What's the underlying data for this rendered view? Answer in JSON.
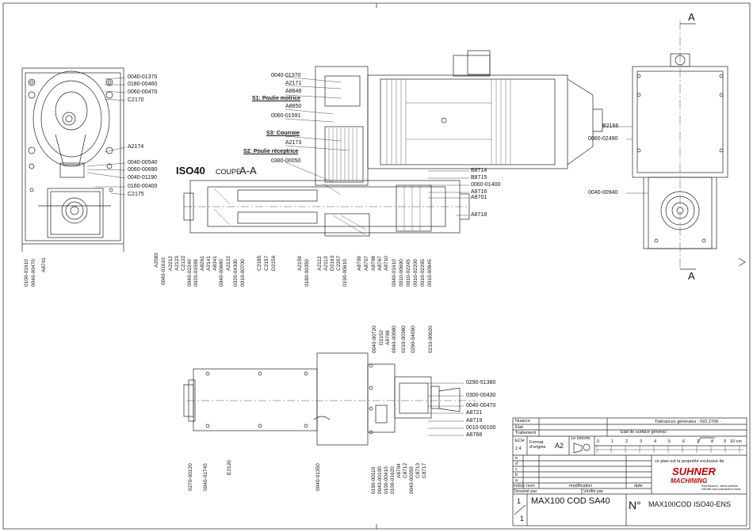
{
  "views": {
    "left_labels": [
      "0040-01370",
      "0180-00460",
      "0060-00470",
      "C2170",
      "A2174",
      "0040-00540",
      "0060-00690",
      "0040-01190",
      "0160-00400",
      "C2175"
    ],
    "left_bottom": [
      "0100-01610",
      "0040-00470",
      "A8741"
    ],
    "center_top_labels": [
      "0040-01370",
      "A2171",
      "A8848",
      "S1: Poulie motrice",
      "A8850",
      "0060-01591",
      "S3: Courroie",
      "A2173",
      "S2: Poulie réceptrice",
      "0380-00050"
    ],
    "center_right_labels": [
      "B8714",
      "B8715",
      "0060-01400",
      "A8716",
      "A8701",
      "A8718"
    ],
    "section_title": "ISO40",
    "section_word": "COUPE",
    "section_letters": "A-A",
    "center_bottom_labels": [
      "A2083",
      "0040-01610",
      "A2212",
      "A2123",
      "C2122",
      "0040-02240",
      "0020-01599",
      "A8261",
      "A2141",
      "A8341",
      "0040-00680",
      "A2122",
      "0320-04300",
      "0010-00700",
      "C2185",
      "C2157",
      "D2156",
      "A2159",
      "0180-00350",
      "A2112",
      "A2113",
      "D2163",
      "C2207",
      "0190-00610",
      "A8709",
      "A8707",
      "A8708",
      "A8767",
      "A8710",
      "0040-01610",
      "0010-00690",
      "0010-02245",
      "0010-02200",
      "0010-02265",
      "0010-00945"
    ],
    "right_labels": [
      "B2166",
      "0060-02490",
      "0040-00940"
    ],
    "section_marker": "A",
    "lower_top_labels": [
      "0040-00720",
      "D2152",
      "A8798",
      "0040-00080",
      "0210-00380",
      "0290-54090",
      "0210-00020"
    ],
    "lower_right_labels": [
      "0290-51380",
      "0300-00430",
      "0040-00470",
      "A8721",
      "A8719",
      "0010-00100",
      "A8768"
    ],
    "lower_bottom_labels": [
      "0270-00120",
      "0040-01745",
      "E2120",
      "0040-01350",
      "0190-00110",
      "0040-00100",
      "0100-00410",
      "0100-01620",
      "A8704",
      "C8712",
      "0040-00350",
      "C8713",
      "C8717"
    ]
  },
  "title_block": {
    "nuance": "Nuance",
    "etat": "Etat",
    "traitement": "Traitement",
    "tolerances": "Tolérances générales : ISO 2768 -",
    "surface": "Etat de surface général :",
    "ech": "ECH",
    "scale": "1:4",
    "format_label": "Format d'origine",
    "format_value": "A2",
    "diedre": "1er DIEDRE",
    "ruler": [
      "0",
      "1",
      "2",
      "3",
      "4",
      "5",
      "6",
      "7",
      "8",
      "9",
      "10 cm"
    ],
    "rev_letters": [
      "e",
      "d",
      "c",
      "b",
      "a"
    ],
    "indice": "indice",
    "nom": "nom",
    "modification": "modification",
    "date": "date",
    "dessine": "Dessiné par",
    "verifie": "Vérifié par",
    "property": "ce plan est la propriété exclusive de",
    "brand1": "SUHNER",
    "brand2": "MACHINING",
    "repro": "Reproduction, même partielle interdite sans autorisation écrite",
    "sheet_num": "1",
    "sheet_den": "1",
    "title": "MAX100 COD SA40",
    "number_symbol": "N°",
    "drawing_no": "MAX100COD ISO40-ENS"
  }
}
